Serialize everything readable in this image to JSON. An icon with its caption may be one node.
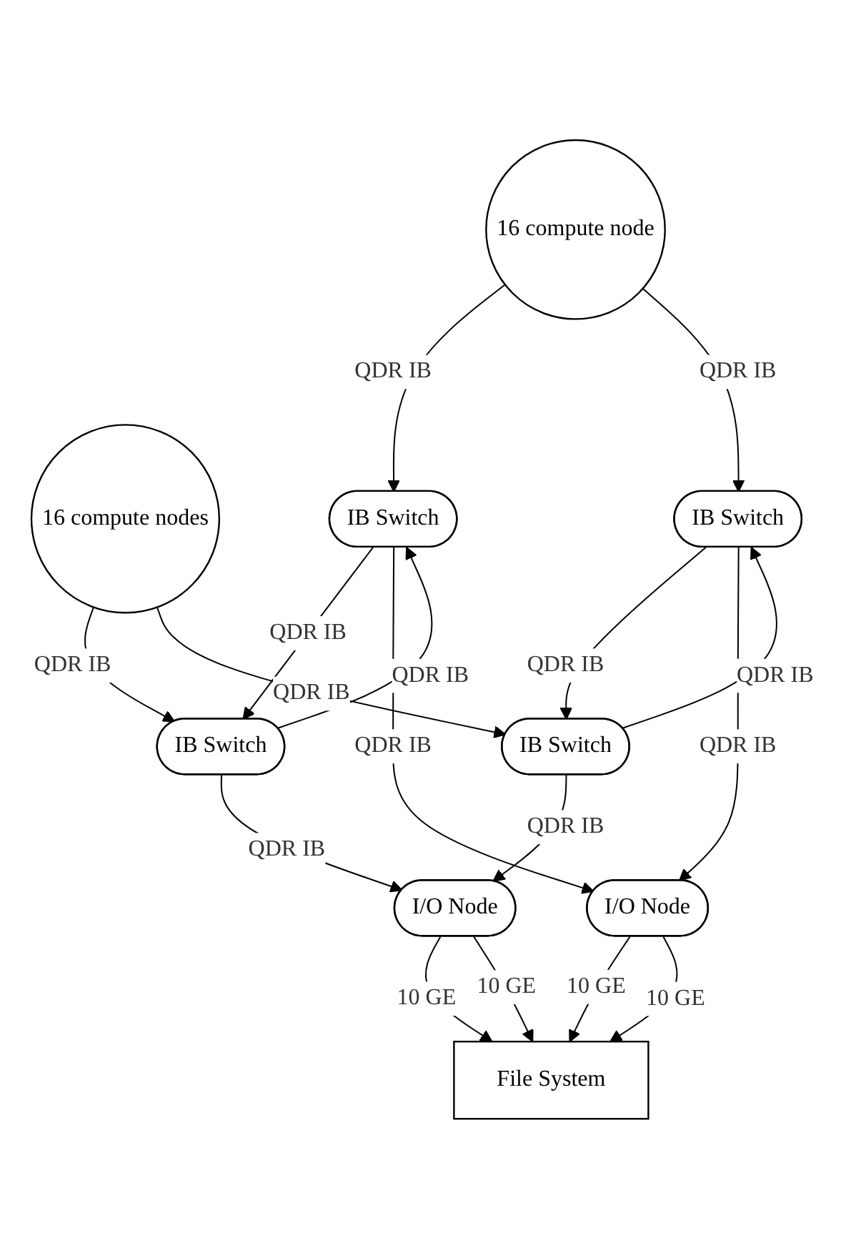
{
  "diagram": {
    "nodes": [
      {
        "text": [
          "16 compute node"
        ]
      },
      {
        "text": [
          "16 compute nodes"
        ]
      },
      {
        "text": [
          "IB Switch"
        ]
      },
      {
        "text": [
          "IB Switch"
        ]
      },
      {
        "text": [
          "IB Switch"
        ]
      },
      {
        "text": [
          "IB Switch"
        ]
      },
      {
        "text": [
          "I/O Node"
        ]
      },
      {
        "text": [
          "I/O Node"
        ]
      },
      {
        "text": [
          "File System"
        ]
      }
    ],
    "edges": [
      {
        "from": 0,
        "to": 2,
        "arrow": "to",
        "label": "QDR IB"
      },
      {
        "from": 0,
        "to": 5,
        "arrow": "to",
        "label": "QDR IB"
      },
      {
        "from": 1,
        "to": 4,
        "arrow": "to",
        "label": "QDR IB"
      },
      {
        "from": 1,
        "to": 3,
        "arrow": "to",
        "label": "QDR IB"
      },
      {
        "from": 2,
        "to": 4,
        "arrow": "to",
        "label": "QDR IB"
      },
      {
        "from": 4,
        "to": 2,
        "arrow": "to",
        "label": "QDR IB"
      },
      {
        "from": 2,
        "to": 6,
        "arrow": "to",
        "label": "QDR IB"
      },
      {
        "from": 3,
        "to": 5,
        "arrow": "to",
        "label": "QDR IB"
      },
      {
        "from": 5,
        "to": 3,
        "arrow": "to",
        "label": "QDR IB"
      },
      {
        "from": 3,
        "to": 7,
        "arrow": "to",
        "label": "QDR IB"
      },
      {
        "from": 4,
        "to": 7,
        "arrow": "to",
        "label": "QDR IB"
      },
      {
        "from": 5,
        "to": 6,
        "arrow": "to",
        "label": "QDR IB"
      },
      {
        "from": 6,
        "to": 8,
        "arrow": "to",
        "label": "10 GE"
      },
      {
        "from": 6,
        "to": 8,
        "arrow": "to",
        "label": "10 GE"
      },
      {
        "from": 7,
        "to": 8,
        "arrow": "to",
        "label": "10 GE"
      },
      {
        "from": 7,
        "to": 8,
        "arrow": "to",
        "label": "10 GE"
      }
    ]
  }
}
